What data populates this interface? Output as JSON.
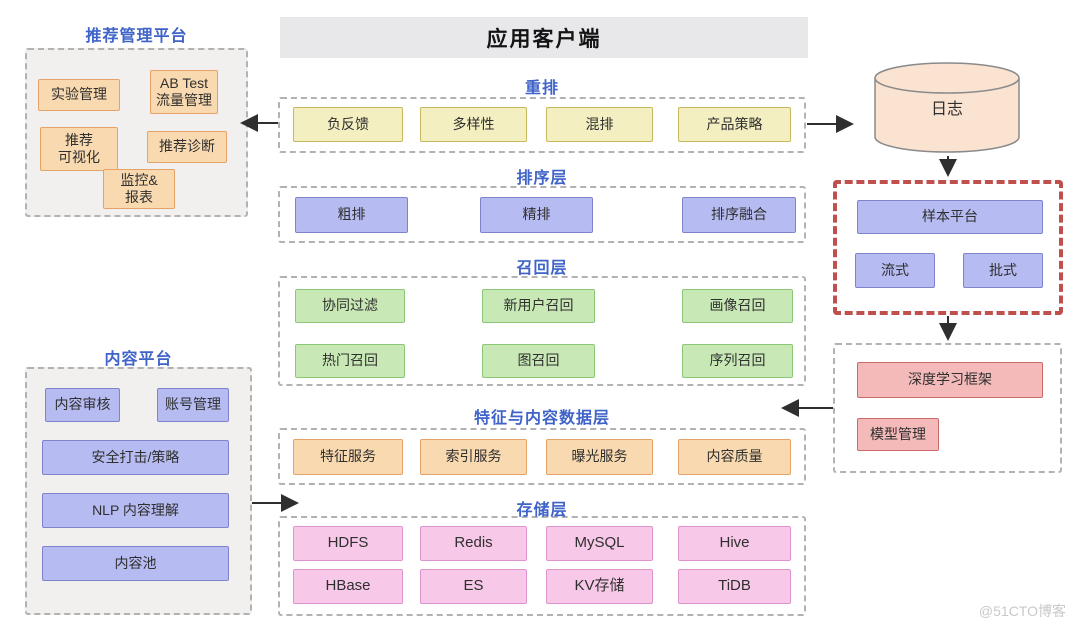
{
  "app_client": {
    "title": "应用客户端"
  },
  "rec_platform": {
    "title": "推荐管理平台",
    "items": [
      "实验管理",
      "AB Test\n流量管理",
      "推荐\n可视化",
      "推荐诊断",
      "监控&\n报表"
    ]
  },
  "rerank": {
    "title": "重排",
    "items": [
      "负反馈",
      "多样性",
      "混排",
      "产品策略"
    ]
  },
  "ranking": {
    "title": "排序层",
    "items": [
      "粗排",
      "精排",
      "排序融合"
    ]
  },
  "recall": {
    "title": "召回层",
    "row1": [
      "协同过滤",
      "新用户召回",
      "画像召回"
    ],
    "row2": [
      "热门召回",
      "图召回",
      "序列召回"
    ]
  },
  "feature": {
    "title": "特征与内容数据层",
    "items": [
      "特征服务",
      "索引服务",
      "曝光服务",
      "内容质量"
    ]
  },
  "storage": {
    "title": "存储层",
    "row1": [
      "HDFS",
      "Redis",
      "MySQL",
      "Hive"
    ],
    "row2": [
      "HBase",
      "ES",
      "KV存储",
      "TiDB"
    ]
  },
  "content_platform": {
    "title": "内容平台",
    "items": [
      "内容审核",
      "账号管理",
      "安全打击/策略",
      "NLP 内容理解",
      "内容池"
    ]
  },
  "log": {
    "label": "日志"
  },
  "sample_platform": {
    "main": "样本平台",
    "streaming": "流式",
    "batch": "批式"
  },
  "ml": {
    "framework": "深度学习框架",
    "model_mgmt": "模型管理"
  },
  "watermark": "@51CTO博客",
  "colors": {
    "section_title_blue": "#3f63c8",
    "red_dashed_border": "#c0504d",
    "header_gray": "#e8e7ea",
    "orange_node": "#f9d9af",
    "yellow_node": "#f3efc1",
    "purple_node": "#b6bbf1",
    "green_node": "#c8e9b5",
    "pink_node": "#f8c8e9",
    "red_node": "#f4b9b9",
    "log_cylinder": "#fbe3d2"
  }
}
